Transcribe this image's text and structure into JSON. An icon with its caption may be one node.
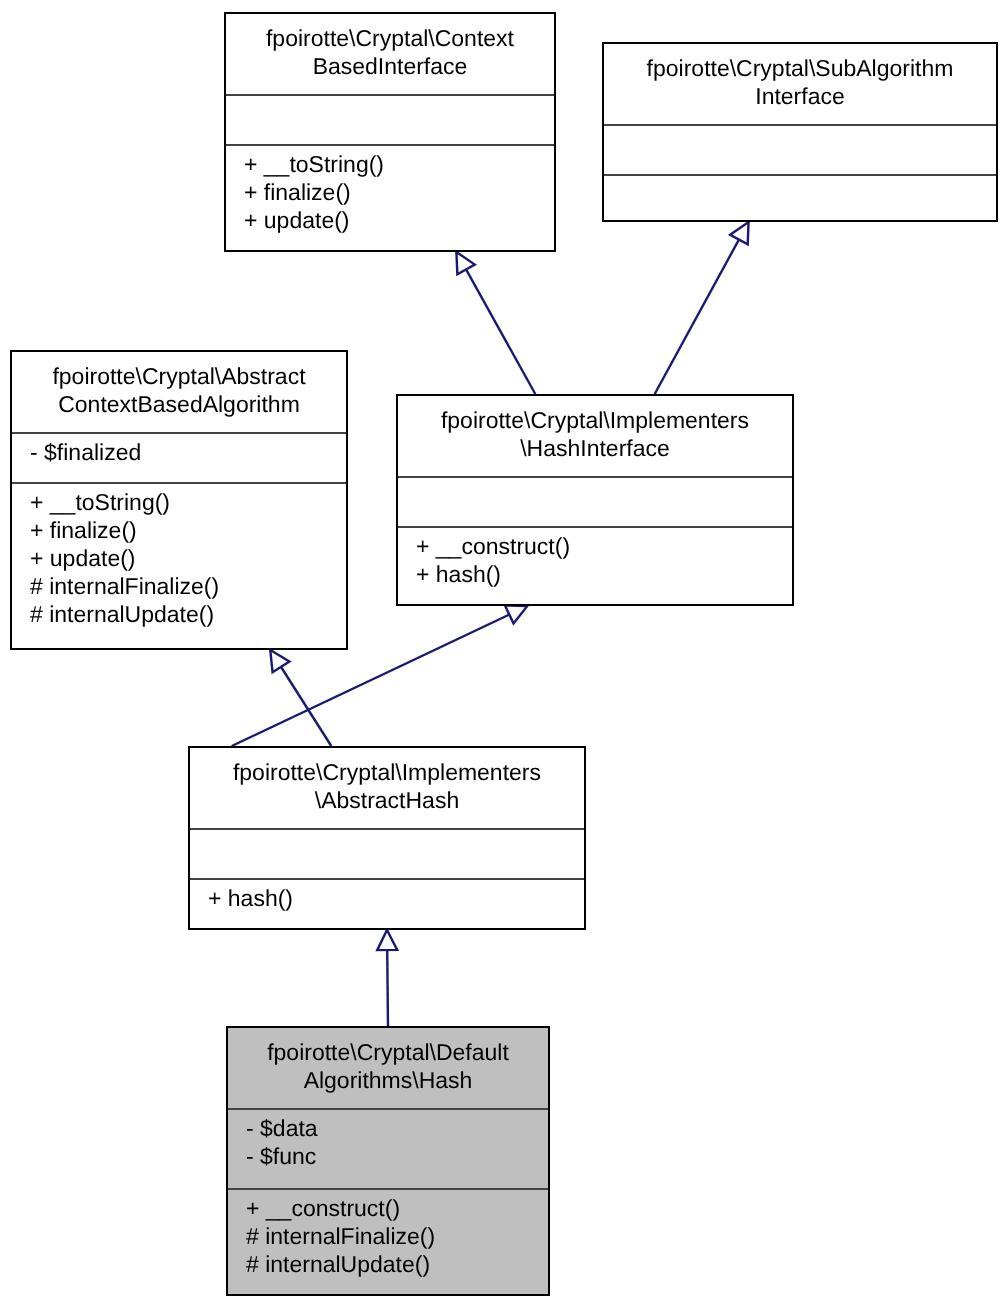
{
  "diagram": {
    "nodes": [
      {
        "text": [
          "fpoirotte\\Cryptal\\Context BasedInterface",
          "+ __toString()",
          "+ finalize()",
          "+ update()"
        ]
      },
      {
        "text": [
          "fpoirotte\\Cryptal\\SubAlgorithm Interface"
        ]
      },
      {
        "text": [
          "fpoirotte\\Cryptal\\Abstract ContextBasedAlgorithm",
          "- $finalized",
          "+ __toString()",
          "+ finalize()",
          "+ update()",
          "# internalFinalize()",
          "# internalUpdate()"
        ]
      },
      {
        "text": [
          "fpoirotte\\Cryptal\\Implementers \\HashInterface",
          "+ __construct()",
          "+ hash()"
        ]
      },
      {
        "text": [
          "fpoirotte\\Cryptal\\Implementers \\AbstractHash",
          "+ hash()"
        ]
      },
      {
        "text": [
          "fpoirotte\\Cryptal\\Default Algorithms\\Hash",
          "- $data",
          "- $func",
          "+ __construct()",
          "# internalFinalize()",
          "# internalUpdate()"
        ]
      }
    ],
    "edges": [
      {
        "from": 3,
        "to": 0,
        "arrow": "to"
      },
      {
        "from": 3,
        "to": 1,
        "arrow": "to"
      },
      {
        "from": 4,
        "to": 2,
        "arrow": "to"
      },
      {
        "from": 4,
        "to": 3,
        "arrow": "to"
      },
      {
        "from": 5,
        "to": 4,
        "arrow": "to"
      }
    ]
  }
}
